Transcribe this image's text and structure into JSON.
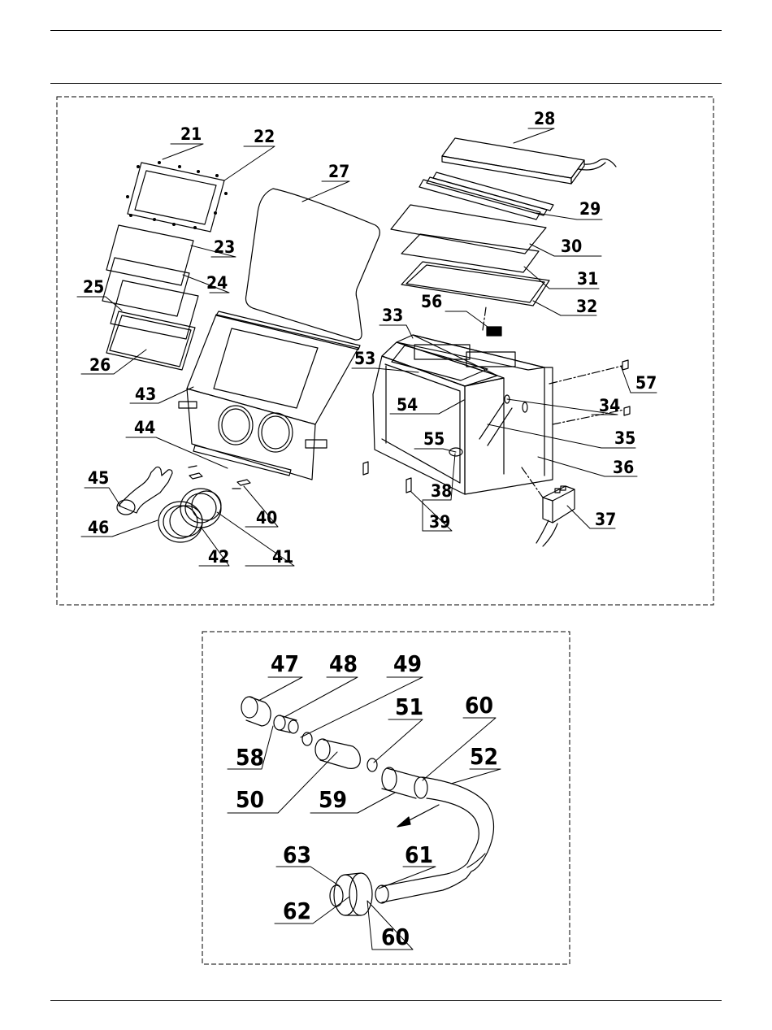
{
  "callouts": {
    "p21": "21",
    "p22": "22",
    "p23": "23",
    "p24": "24",
    "p25": "25",
    "p26": "26",
    "p27": "27",
    "p28": "28",
    "p29": "29",
    "p30": "30",
    "p31": "31",
    "p32": "32",
    "p33": "33",
    "p34": "34",
    "p35": "35",
    "p36": "36",
    "p37": "37",
    "p38": "38",
    "p39": "39",
    "p40": "40",
    "p41": "41",
    "p42": "42",
    "p43": "43",
    "p44": "44",
    "p45": "45",
    "p46": "46",
    "p53": "53",
    "p54": "54",
    "p55": "55",
    "p56": "56",
    "p57": "57"
  },
  "hose_callouts": {
    "p47": "47",
    "p48": "48",
    "p49": "49",
    "p50": "50",
    "p51": "51",
    "p52": "52",
    "p58": "58",
    "p59": "59",
    "p60a": "60",
    "p60b": "60",
    "p61": "61",
    "p62": "62",
    "p63": "63"
  }
}
